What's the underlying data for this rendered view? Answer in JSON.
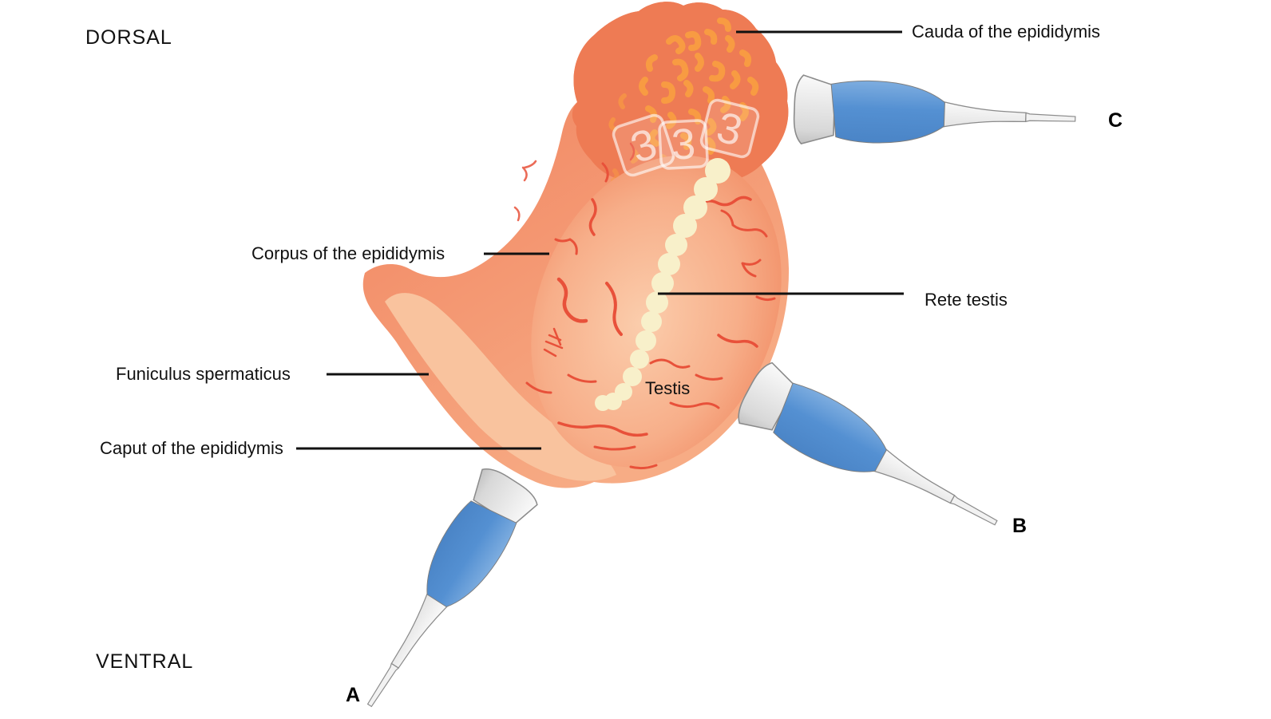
{
  "orientation": {
    "dorsal": "DORSAL",
    "ventral": "VENTRAL"
  },
  "structures": {
    "cauda": {
      "label": "Cauda of the epididymis"
    },
    "corpus": {
      "label": "Corpus of the epididymis"
    },
    "funiculus": {
      "label": "Funiculus spermaticus"
    },
    "caput": {
      "label": "Caput of the epididymis"
    },
    "rete": {
      "label": "Rete testis"
    },
    "testis": {
      "label": "Testis"
    }
  },
  "probes": {
    "a": {
      "label": "A"
    },
    "b": {
      "label": "B"
    },
    "c": {
      "label": "C"
    }
  },
  "section_markers": {
    "value": "3",
    "count": 3
  },
  "colors": {
    "body_salmon": "#F3926D",
    "body_salmon_dark": "#EF8159",
    "caput_light": "#F9C39E",
    "cauda_dark": "#EE7B54",
    "tubule_orange": "#F89B42",
    "testis_center": "#FBCDAC",
    "testis_edge": "#EF8057",
    "vessel_red": "#E8513A",
    "rete_cream": "#F8F0CA",
    "probe_blue": "#5490D2",
    "probe_gray": "#E9E9E9",
    "leader_line": "#111111"
  }
}
